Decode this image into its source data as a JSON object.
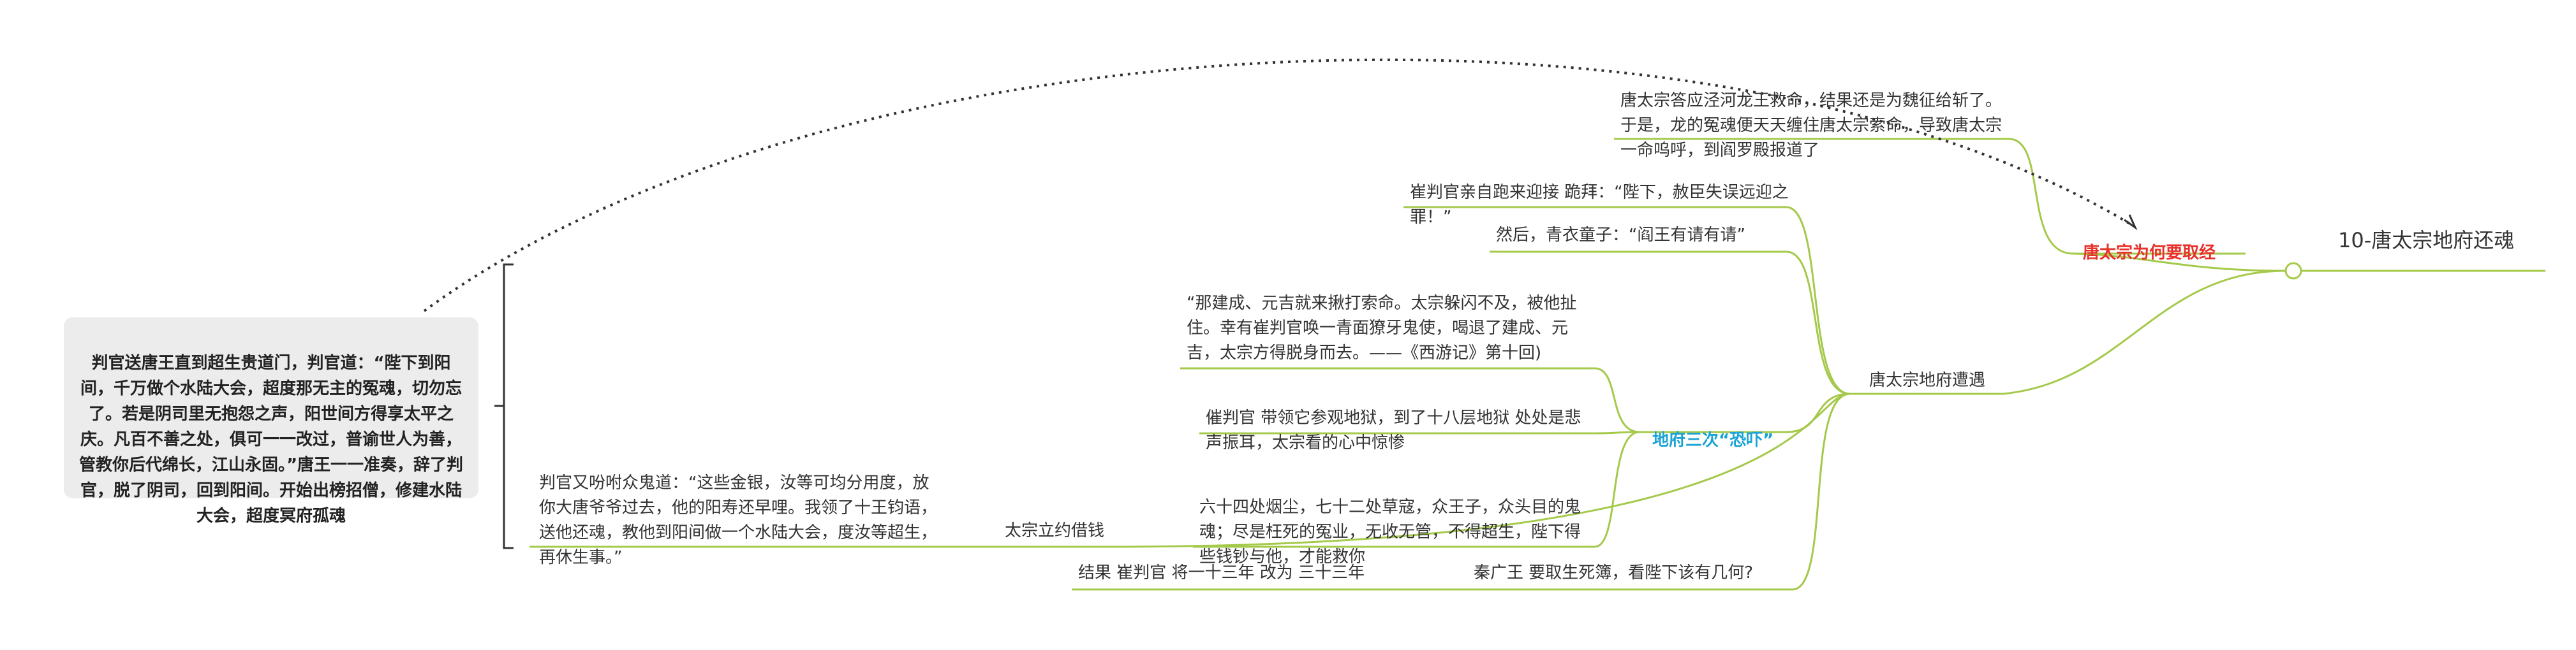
{
  "root": {
    "label": "10-唐太宗地府还魂"
  },
  "branches": [
    {
      "label": "唐太宗为何要取经",
      "color": "#e8312a",
      "children": [
        {
          "text": "唐太宗答应泾河龙王救命，结果还是为魏征给斩了。于是，龙的冤魂便天天缠住唐太宗索命，导致唐太宗一命呜呼，到阎罗殿报道了"
        }
      ]
    },
    {
      "label": "唐太宗地府遭遇",
      "children": [
        {
          "text": "崔判官亲自跑来迎接 跪拜：“陛下，赦臣失误远迎之罪！”"
        },
        {
          "text": "然后，青衣童子：“阎王有请有请”"
        },
        {
          "label": "地府三次“恐吓”",
          "color": "#1aa3d6",
          "children": [
            {
              "text": "“那建成、元吉就来揪打索命。太宗躲闪不及，被他扯住。幸有崔判官唤一青面獠牙鬼使，喝退了建成、元吉，太宗方得脱身而去。——《西游记》第十回)"
            },
            {
              "text": "催判官 带领它参观地狱，到了十八层地狱 处处是悲声振耳，太宗看的心中惊惨"
            },
            {
              "text": "六十四处烟尘，七十二处草寇，众王子，众头目的鬼魂；尽是枉死的冤业，无收无管，不得超生，陛下得些钱钞与他，才能救你"
            }
          ]
        },
        {
          "text": "秦广王 要取生死簿，看陛下该有几何?",
          "children": [
            {
              "text": "结果 崔判官  将一十三年 改为 三十三年"
            }
          ]
        },
        {
          "text": "太宗立约借钱",
          "children": [
            {
              "text": "判官又吩咐众鬼道：“这些金银，汝等可均分用度，放你大唐爷爷过去，他的阳寿还早哩。我领了十王钧语，送他还魂，教他到阳间做一个水陆大会，度汝等超生，再休生事。”"
            }
          ]
        }
      ]
    }
  ],
  "summary": {
    "text": "判官送唐王直到超生贵道门，判官道：“陛下到阳间，千万做个水陆大会，超度那无主的冤魂，切勿忘了。若是阴司里无抱怨之声，阳世间方得享太平之庆。凡百不善之处，俱可一一改过，普谕世人为善，管教你后代绵长，江山永固。”唐王一一准奏，辞了判官，脱了阴司，回到阳间。开始出榜招僧，修建水陆大会，超度冥府孤魂"
  },
  "colors": {
    "line": "#a5c94a",
    "summary_bg": "#ececec",
    "bracket": "#333333"
  }
}
